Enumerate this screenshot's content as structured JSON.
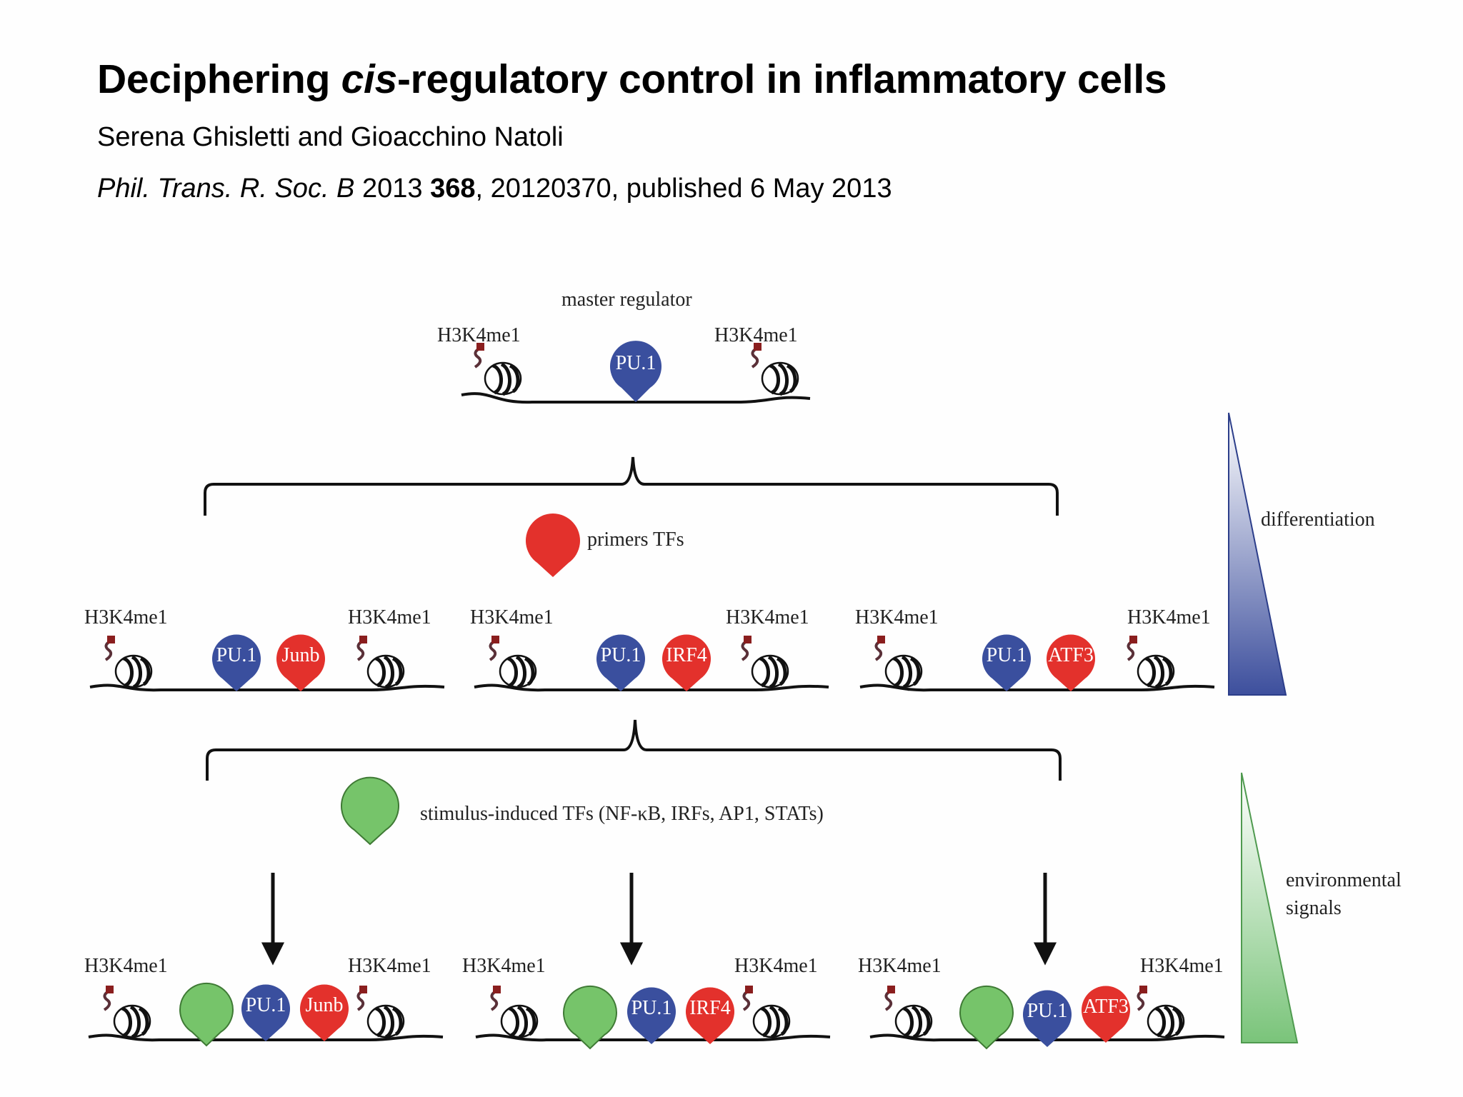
{
  "header": {
    "title_part1": "Deciphering ",
    "title_italic": "cis",
    "title_part2": "-regulatory control in inflammatory cells",
    "authors": "Serena Ghisletti and Gioacchino Natoli",
    "citation_journal": "Phil. Trans. R. Soc. B",
    "citation_year": " 2013 ",
    "citation_volume": "368",
    "citation_rest": ", 20120370, published 6 May 2013"
  },
  "figure": {
    "mark": "H3K4me1",
    "master_regulator": "master regulator",
    "pu1": "PU.1",
    "primers_label": "primers TFs",
    "stimulus_label": "stimulus-induced TFs (NF-κB, IRFs, AP1, STATs)",
    "differentiation": "differentiation",
    "environmental_line1": "environmental",
    "environmental_line2": "signals",
    "partners": [
      "Junb",
      "IRF4",
      "ATF3"
    ],
    "colors": {
      "pu1": "#3a4f9e",
      "primer": "#e3312c",
      "stimulus": "#76c46a",
      "differentiation": "#3d4f9d",
      "environmental": "#7ac47a"
    }
  }
}
